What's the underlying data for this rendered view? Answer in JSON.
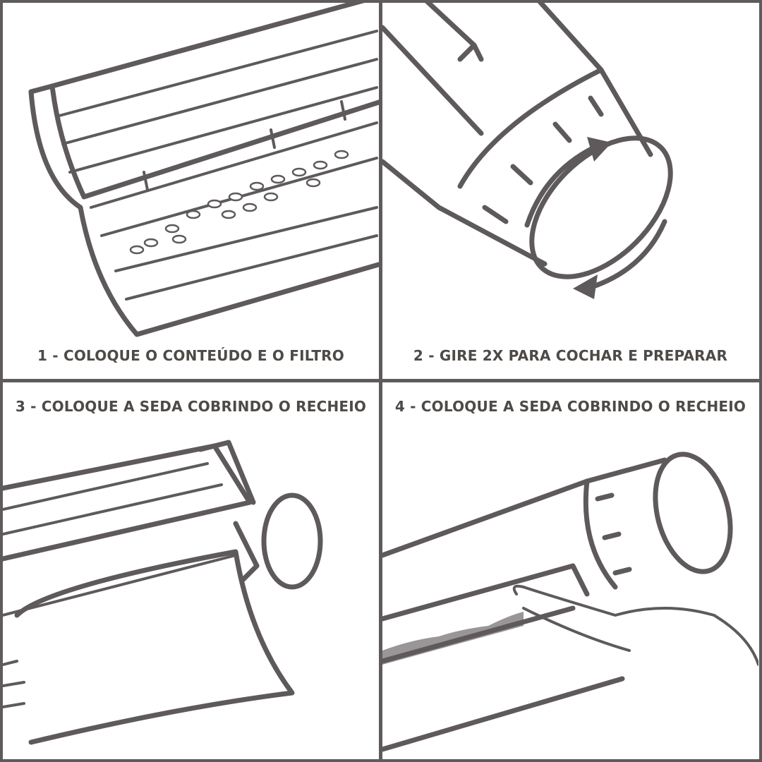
{
  "steps": [
    {
      "number": "1",
      "caption": "1 - COLOQUE O CONTEÚDO E O FILTRO",
      "illustration": "open roller with tobacco and filter"
    },
    {
      "number": "2",
      "caption": "2 - GIRE 2X PARA COCHAR E PREPARAR",
      "illustration": "closed roller with rotation arrows"
    },
    {
      "number": "3",
      "caption": "3 - COLOQUE A SEDA COBRINDO O RECHEIO",
      "illustration": "rolling paper inserted into roller"
    },
    {
      "number": "4",
      "caption": "4 - COLOQUE A SEDA COBRINDO O RECHEIO",
      "illustration": "finger pressing paper edge"
    }
  ],
  "colors": {
    "line": "#5e5a5c",
    "text": "#4d4a47",
    "background": "#ffffff",
    "filling": "#9a9597"
  }
}
